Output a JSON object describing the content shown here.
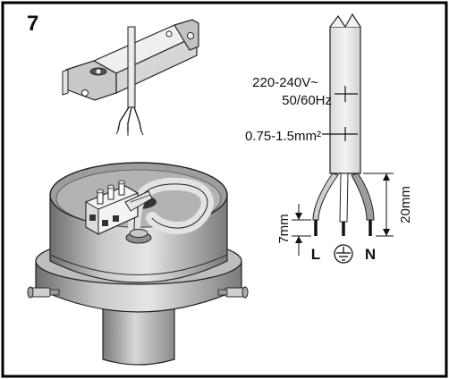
{
  "step": {
    "number": "7"
  },
  "cable_specs": {
    "voltage": "220-240V~",
    "frequency": "50/60Hz",
    "cross_section": "0.75-1.5mm²"
  },
  "dimensions": {
    "strip_inner": "7mm",
    "strip_outer": "20mm"
  },
  "terminals": {
    "live": "L",
    "neutral": "N",
    "earth_symbol": "ground-icon"
  }
}
